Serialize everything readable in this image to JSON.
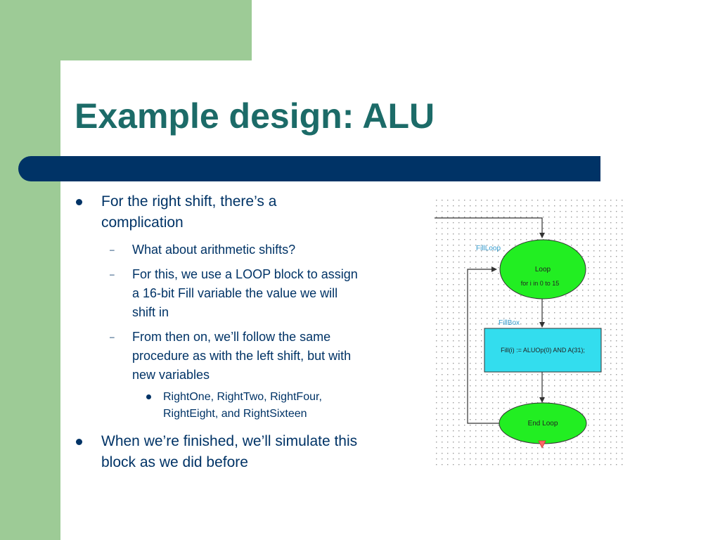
{
  "slide": {
    "title": "Example design:  ALU"
  },
  "bullets": {
    "b1_1": "For the right shift, there’s a complication",
    "b2_1": "What about arithmetic shifts?",
    "b2_2": "For this, we use a LOOP block to assign a 16-bit Fill variable the value we will shift in",
    "b2_3": "From then on, we’ll follow the same procedure as with the left shift, but with new variables",
    "b3_1": "RightOne, RightTwo, RightFour, RightEight, and RightSixteen",
    "b1_2": "When we’re finished, we’ll simulate this block as we did before"
  },
  "diagram": {
    "loop_label": "FillLoop",
    "loop_title": "Loop",
    "loop_range": "for i in 0 to 15",
    "box_label": "FillBox",
    "box_statement": "Fill(i) := ALUOp(0) AND A(31);",
    "end_title": "End Loop",
    "colors": {
      "loop_fill": "#22ee22",
      "box_fill": "#33ddee",
      "label_text": "#3399cc",
      "end_marker": "#ff6666"
    }
  },
  "theme": {
    "green": "#9dcb96",
    "navy": "#003366",
    "title_color": "#1c6b68"
  }
}
